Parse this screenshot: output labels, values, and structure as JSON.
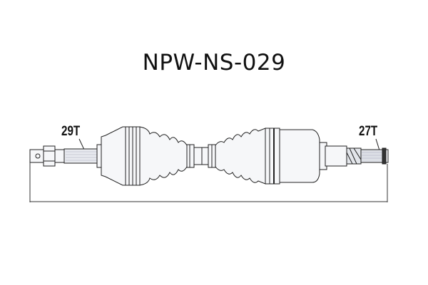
{
  "title": "NPW-NS-029",
  "labels": {
    "left_spline": "29T",
    "right_spline": "27T"
  },
  "colors": {
    "line": "#222222",
    "fill": "#f4f5f7",
    "shade": "#cfd3db"
  }
}
